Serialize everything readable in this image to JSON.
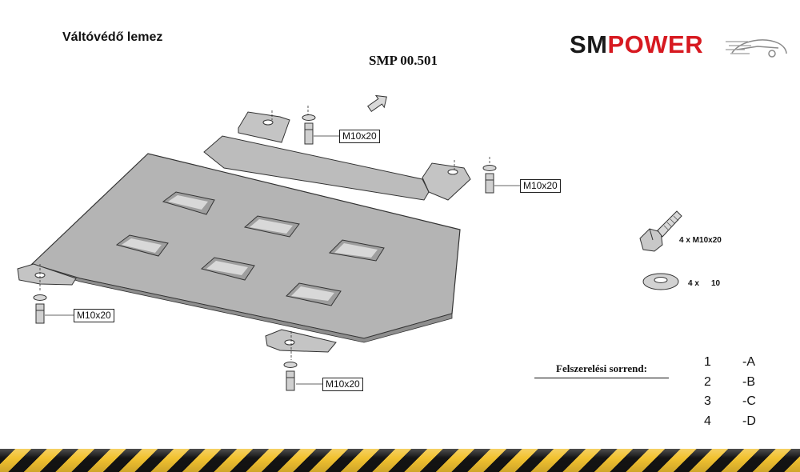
{
  "header": {
    "title": "Váltóvédő lemez",
    "product_code": "SMP 00.501"
  },
  "logo": {
    "sm": "SM",
    "power": "POWER",
    "colors": {
      "sm": "#1a1a1a",
      "power": "#d71920"
    }
  },
  "diagram": {
    "callouts": [
      "M10x20",
      "M10x20",
      "M10x20",
      "M10x20"
    ],
    "parts": {
      "bolt": {
        "qty_label": "4 x M10x20",
        "icon": "bolt-icon"
      },
      "washer": {
        "qty": "4 x",
        "size": "10",
        "icon": "washer-icon"
      }
    },
    "direction_icon": "arrow-icon"
  },
  "sequence": {
    "title": "Felszerelési sorrend:",
    "steps": [
      {
        "num": "1",
        "letter": "-A"
      },
      {
        "num": "2",
        "letter": "-B"
      },
      {
        "num": "3",
        "letter": "-C"
      },
      {
        "num": "4",
        "letter": "-D"
      }
    ]
  },
  "footer": {
    "stripe_colors": [
      "#f2c230",
      "#141414"
    ]
  }
}
